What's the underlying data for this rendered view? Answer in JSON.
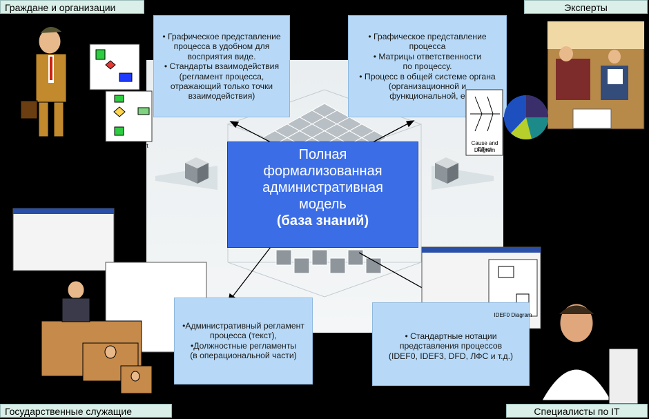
{
  "labels": {
    "top_left": "Граждане и организации",
    "top_right": "Эксперты",
    "bottom_left": "Государственные служащие",
    "bottom_right": "Специалисты по IT"
  },
  "center": {
    "line1": "Полная",
    "line2": "формализованная",
    "line3": "административная",
    "line4": "модель",
    "line5": "(база знаний)"
  },
  "notes": {
    "top_left": [
      "• Графическое представление",
      "процесса в удобном для",
      "восприятия виде.",
      "• Стандарты взаимодействия",
      "(регламент процесса,",
      "отражающий только точки",
      "взаимодействия)"
    ],
    "top_right": [
      "• Графическое представление",
      "процесса",
      "• Матрицы ответственности",
      "по процессу.",
      "• Процесс в общей системе органа",
      "(организационной и",
      "функциональной, е"
    ],
    "bottom_left": [
      "•Административный регламент",
      "процесса (текст),",
      "•Должностные регламенты",
      "(в операциональной части)"
    ],
    "bottom_right": [
      "• Стандартные нотации",
      "представления процессов",
      "(IDEF0, IDEF3, DFD, ЛФС и т.д.)"
    ]
  },
  "captions": {
    "flowchart": "Basic Flowchart",
    "cause_effect_1": "Cause and Effect",
    "cause_effect_2": "Diagram",
    "idef0": "IDEF0 Diagram"
  },
  "colors": {
    "background": "#000000",
    "center_box": "#3b6de6",
    "note_box": "#b7d9f7",
    "label_box": "#d9efe7"
  }
}
